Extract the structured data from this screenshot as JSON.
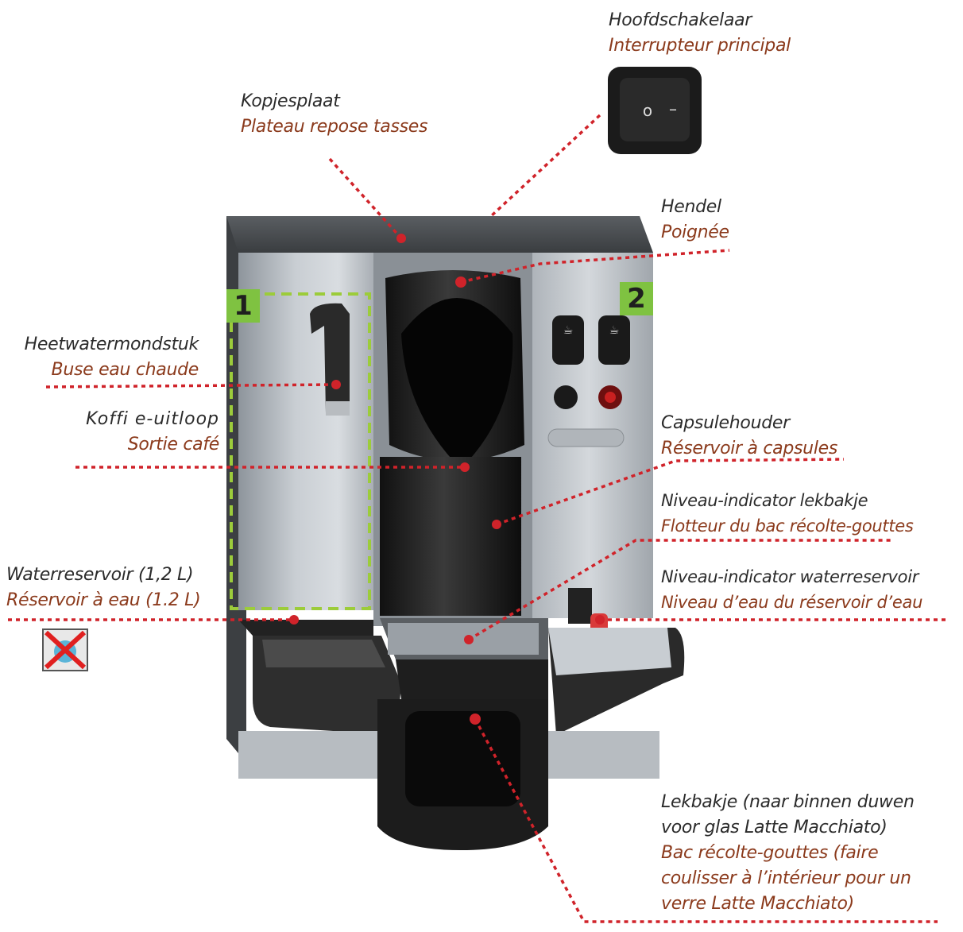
{
  "colors": {
    "leader": "#d0232a",
    "dutch_text": "#2b2b2b",
    "french_text": "#8b3a1c",
    "zone_green": "#9ccc3a"
  },
  "zone_numbers": {
    "zone1": "1",
    "zone2": "2"
  },
  "switch_symbols": {
    "off": "o",
    "on": "–"
  },
  "labels": {
    "main_switch": {
      "nl": "Hoofdschakelaar",
      "fr": "Interrupteur principal"
    },
    "cup_tray": {
      "nl": "Kopjesplaat",
      "fr": "Plateau repose tasses"
    },
    "lever": {
      "nl": "Hendel",
      "fr": "Poignée"
    },
    "hot_water_nozzle": {
      "nl": "Heetwatermondstuk",
      "fr": "Buse eau chaude"
    },
    "coffee_outlet": {
      "nl": "Koffi e-uitloop",
      "fr": "Sortie café"
    },
    "capsule_container": {
      "nl": "Capsulehouder",
      "fr": "Réservoir à capsules"
    },
    "drip_level": {
      "nl": "Niveau-indicator lekbakje",
      "fr": "Flotteur du bac récolte-gouttes"
    },
    "water_tank": {
      "nl": "Waterreservoir (1,2 L)",
      "fr": "Réservoir à eau (1.2 L)"
    },
    "water_level": {
      "nl": "Niveau-indicator waterreservoir",
      "fr": "Niveau d’eau du réservoir d’eau"
    },
    "drip_tray": {
      "nl1": "Lekbakje (naar binnen duwen",
      "nl2": "voor glas Latte Macchiato)",
      "fr1": "Bac récolte-gouttes (faire",
      "fr2": "coulisser à l’intérieur pour un",
      "fr3": "verre Latte Macchiato)"
    }
  },
  "icons": [
    "no-dishwasher-icon",
    "cup-small-icon",
    "cup-large-icon",
    "steam-icon",
    "power-light-icon"
  ]
}
